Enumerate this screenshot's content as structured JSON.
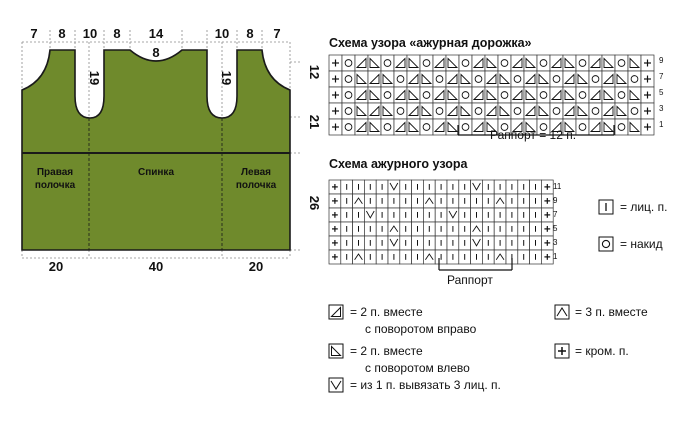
{
  "pattern": {
    "top_dims": [
      "7",
      "8",
      "10",
      "8",
      "14",
      "10",
      "8",
      "7"
    ],
    "neck_depth": "8",
    "armhole_depth_left": "19",
    "armhole_depth_right": "19",
    "right_dims": [
      "12",
      "21",
      "26"
    ],
    "bottom_dims": [
      "20",
      "40",
      "20"
    ],
    "pieces": {
      "right_front": [
        "Правая",
        "полочка"
      ],
      "back": "Спинка",
      "left_front": [
        "Левая",
        "полочка"
      ]
    },
    "colors": {
      "fabric": "#6f8a2c",
      "outline": "#1a1a1a",
      "dim_line": "#888888"
    }
  },
  "chart1": {
    "title": "Схема узора «ажурная дорожка»",
    "row_numbers": [
      "9",
      "7",
      "5",
      "3",
      "1"
    ],
    "repeat_label": "Раппорт = 12 п."
  },
  "chart2": {
    "title": "Схема ажурного узора",
    "row_numbers": [
      "11",
      "9",
      "7",
      "5",
      "3",
      "1"
    ],
    "repeat_label": "Раппорт"
  },
  "legend": {
    "knit": "= лиц. п.",
    "yarn_over": "= накид",
    "k2tog_right": [
      "= 2 п. вместе",
      "с поворотом вправо"
    ],
    "k2tog_left": [
      "= 2 п. вместе",
      "с поворотом влево"
    ],
    "k3tog": "= 3 п. вместе",
    "edge": "= кром. п.",
    "inc3": "= из 1 п. вывязать 3 лиц. п."
  }
}
